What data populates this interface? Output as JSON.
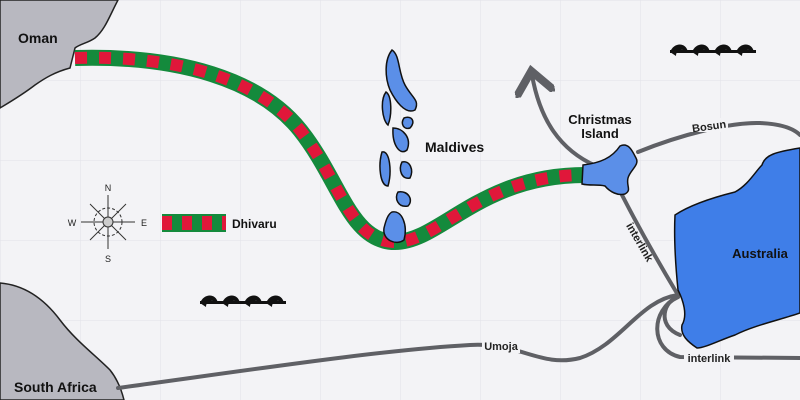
{
  "places": {
    "oman": "Oman",
    "south_africa": "South Africa",
    "maldives": "Maldives",
    "christmas_island_line1": "Christmas",
    "christmas_island_line2": "Island",
    "australia": "Australia"
  },
  "cables": {
    "bosun": "Bosun",
    "interlink_1": "interlink",
    "interlink_2": "interlink",
    "umoja": "Umoja"
  },
  "legend": {
    "dhivaru": "Dhivaru"
  },
  "compass": {
    "n": "N",
    "s": "S",
    "e": "E",
    "w": "W"
  },
  "colors": {
    "land_gray": "#b8b8c0",
    "island_blue": "#5b8fe8",
    "australia_blue": "#3f7ee8",
    "cable_gray": "#5f6065",
    "dhivaru_red": "#e0173a",
    "dhivaru_green": "#148a3c"
  }
}
